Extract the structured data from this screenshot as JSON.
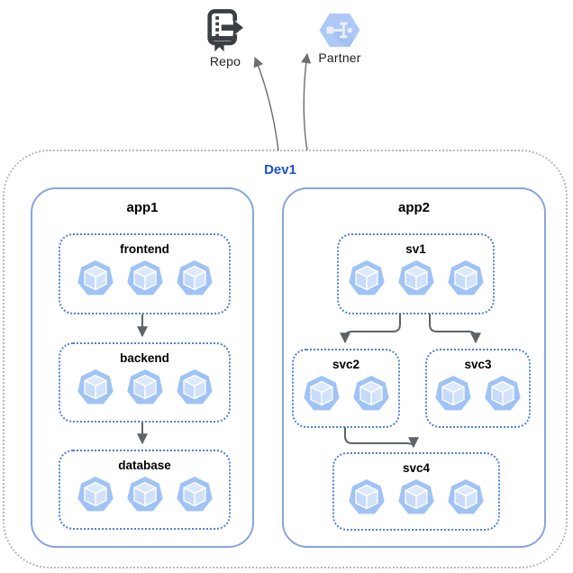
{
  "external_nodes": {
    "repo": {
      "label": "Repo",
      "icon": "book-export-icon",
      "icon_color": "#3a3f44"
    },
    "partner": {
      "label": "Partner",
      "icon": "partner-interconnect-icon",
      "icon_color": "#aec9f8"
    }
  },
  "cluster": {
    "label": "Dev1",
    "label_color": "#1a51c8",
    "border_color": "#b9b9b9"
  },
  "apps": [
    {
      "label": "app1",
      "services": [
        {
          "label": "frontend",
          "pods": 3
        },
        {
          "label": "backend",
          "pods": 3
        },
        {
          "label": "database",
          "pods": 3
        }
      ]
    },
    {
      "label": "app2",
      "services": [
        {
          "label": "sv1",
          "pods": 3
        },
        {
          "label": "svc2",
          "pods": 2
        },
        {
          "label": "svc3",
          "pods": 2
        },
        {
          "label": "svc4",
          "pods": 3
        }
      ]
    }
  ],
  "edges": [
    {
      "from": "frontend",
      "to": "backend"
    },
    {
      "from": "backend",
      "to": "database"
    },
    {
      "from": "sv1",
      "to": "svc2"
    },
    {
      "from": "sv1",
      "to": "svc3"
    },
    {
      "from": "svc2",
      "to": "svc4"
    },
    {
      "from": "Dev1",
      "to": "Repo"
    },
    {
      "from": "Dev1",
      "to": "Partner"
    }
  ],
  "colors": {
    "app_border": "#87a5dc",
    "service_border": "#4f80d8",
    "pod_fill": "#a0c3f5",
    "arrow": "#5f6368",
    "label_text": "#202124"
  }
}
